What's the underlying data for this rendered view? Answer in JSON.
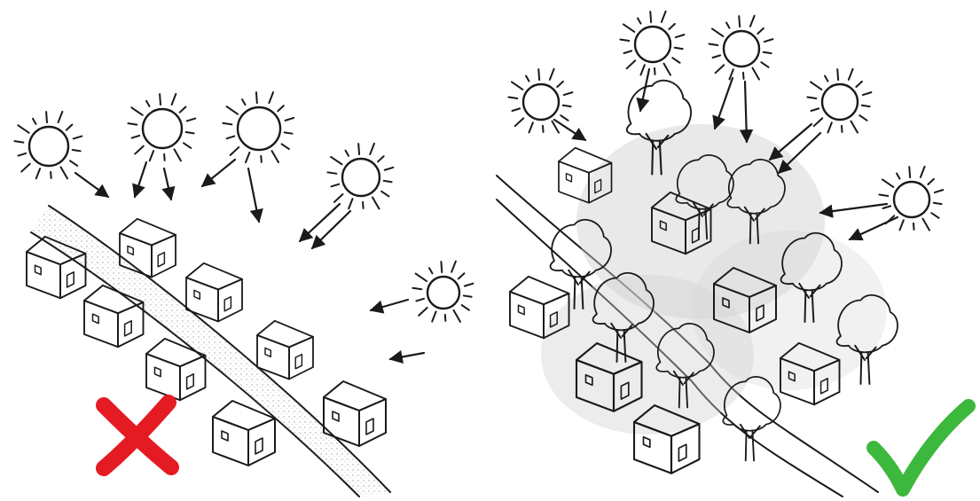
{
  "panels": [
    {
      "id": "left",
      "verdict": "incorrect",
      "mark_icon": "red-cross-icon",
      "mark_color": "#e51b24"
    },
    {
      "id": "right",
      "verdict": "correct",
      "mark_icon": "green-check-icon",
      "mark_color": "#3cb83c"
    }
  ],
  "colors": {
    "ink": "#1a1a1a",
    "shade": "#9a9a9a",
    "paper": "#ffffff"
  }
}
